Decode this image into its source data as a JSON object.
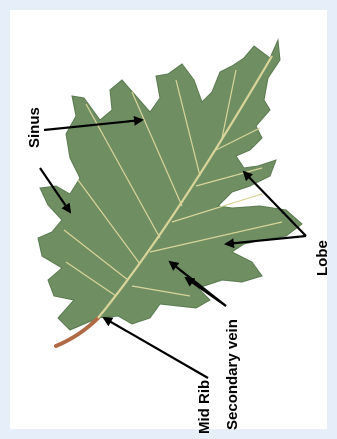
{
  "diagram": {
    "labels": {
      "sinus": "Sinus",
      "lobe": "Lobe",
      "secondary_vein": "Secondary vein",
      "mid_rib": "Mid Rib"
    },
    "colors": {
      "leaf": "#6f8f63",
      "leaf_dark": "#5a7a50",
      "vein": "#d9d59a",
      "stem": "#b06a45",
      "arrow": "#000000",
      "frame": "#e6eef9"
    }
  }
}
